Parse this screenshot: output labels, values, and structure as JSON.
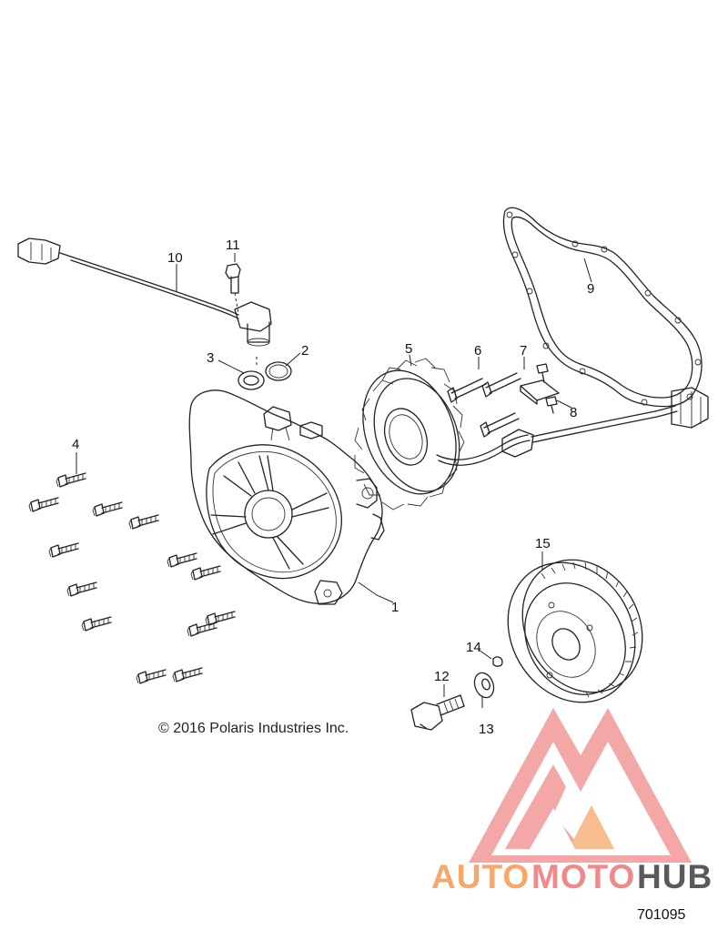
{
  "copyright": "© 2016 Polaris Industries Inc.",
  "document_number": "701095",
  "watermark": {
    "text_part1": "AUTO",
    "text_part2": "MOTO",
    "text_part3": "HUB",
    "color_light": "#f6a86a",
    "color_mid": "#f08a8a",
    "color_dark": "#5a5a5a"
  },
  "callouts": {
    "c1": "1",
    "c2": "2",
    "c3": "3",
    "c4": "4",
    "c5": "5",
    "c6": "6",
    "c7": "7",
    "c8": "8",
    "c9": "9",
    "c10": "10",
    "c11": "11",
    "c12": "12",
    "c13": "13",
    "c14": "14",
    "c15": "15"
  },
  "parts": {
    "p1": "stator-cover",
    "p2": "retaining-ring",
    "p3": "seal",
    "p4": "cover-bolts",
    "p5": "stator",
    "p6": "stator-screws",
    "p7": "wire-clamp",
    "p8": "clamp-screw",
    "p9": "cover-gasket",
    "p10": "speed-sensor",
    "p11": "sensor-screw",
    "p12": "flywheel-bolt",
    "p13": "washer",
    "p14": "key",
    "p15": "flywheel"
  }
}
